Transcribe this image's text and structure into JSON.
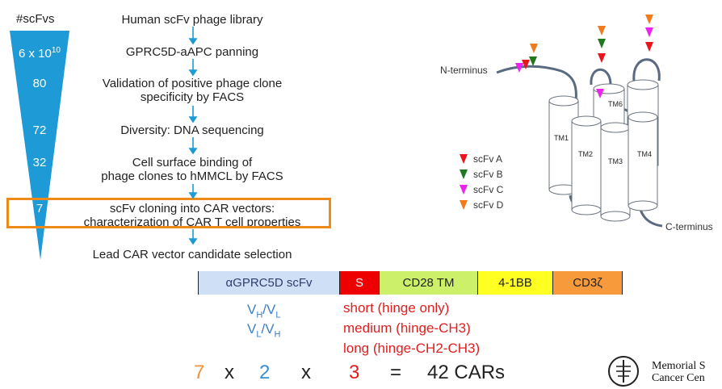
{
  "left": {
    "header": "#scFvs",
    "counts": [
      "6 x 10",
      "80",
      "72",
      "32",
      "7"
    ],
    "count0_sup": "10",
    "steps": [
      "Human scFv phage library",
      "GPRC5D-aAPC panning",
      "Validation of positive phage clone specificity by FACS",
      "Diversity: DNA sequencing",
      "Cell surface binding of phage clones to hMMCL by FACS",
      "scFv cloning into CAR vectors: characterization of CAR T cell properties",
      "Lead CAR vector candidate selection"
    ],
    "step2_lines": [
      "Validation of positive phage clone",
      "specificity by FACS"
    ],
    "step4_lines": [
      "Cell surface binding of",
      "phage clones to hMMCL by FACS"
    ],
    "step5_lines": [
      "scFv cloning into CAR vectors:",
      "characterization of CAR T cell properties"
    ]
  },
  "receptor": {
    "n_terminus": "N-terminus",
    "c_terminus": "C-terminus",
    "tm_labels": [
      "TM1",
      "TM2",
      "TM3",
      "TM4",
      "TM6"
    ],
    "legend": [
      {
        "label": "scFv A",
        "color": "#e8141e"
      },
      {
        "label": "scFv B",
        "color": "#1f7a1f"
      },
      {
        "label": "scFv C",
        "color": "#ee22ee"
      },
      {
        "label": "scFv D",
        "color": "#f07b1e"
      }
    ]
  },
  "construct": {
    "segments": [
      {
        "label": "αGPRC5D scFv",
        "color": "#cfe0f6"
      },
      {
        "label": "S",
        "color": "#ee0000"
      },
      {
        "label": "CD28 TM",
        "color": "#ccf06a"
      },
      {
        "label": "4-1BB",
        "color": "#ffff22"
      },
      {
        "label": "CD3ζ",
        "color": "#f79a3c"
      }
    ]
  },
  "variants": {
    "vh_vl": "VH/VL",
    "vl_vh": "VL/VH",
    "spacers": [
      "short (hinge only)",
      "medium (hinge-CH3)",
      "long (hinge-CH2-CH3)"
    ]
  },
  "equation": {
    "a": "7",
    "x1": "x",
    "b": "2",
    "x2": "x",
    "c": "3",
    "eq": "=",
    "result": "42 CARs"
  },
  "logo": {
    "line1": "Memorial S",
    "line2": "Cancer Cen"
  },
  "colors": {
    "funnel": "#1e9ad6",
    "arrow": "#1e9ad6",
    "highlight": "#ee8a1a",
    "orange_num": "#f0903a",
    "blue_num": "#3a8fd0",
    "red_num": "#e01e1e",
    "variant_blue": "#3f7fc4",
    "variant_red": "#e01e1e"
  }
}
